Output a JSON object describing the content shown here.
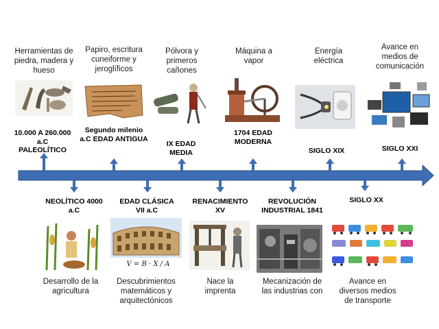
{
  "top_events": [
    {
      "desc": "Herramientas de piedra, madera y hueso",
      "era": "10.000 A 260.000 a.C PALEOLÍTICO",
      "icon": "stone-tools-icon"
    },
    {
      "desc": "Papiro, escritura cuneiforme y jeroglíficos",
      "era": "Segundo milenio a.C EDAD ANTIGUA",
      "icon": "papyrus-icon"
    },
    {
      "desc": "Pólvora y primeros cañones",
      "era": "IX EDAD MEDIA",
      "icon": "cannon-icon"
    },
    {
      "desc": "Máquina a vapor",
      "era": "1704 EDAD MODERNA",
      "icon": "steam-engine-icon"
    },
    {
      "desc": "Energía eléctrica",
      "era": "SIGLO XIX",
      "icon": "electric-plug-icon"
    },
    {
      "desc": "Avance en medios de comunicación",
      "era": "SIGLO XXI",
      "icon": "devices-icon"
    }
  ],
  "bottom_events": [
    {
      "era": "NEOLÍTICO 4000 a.C",
      "desc": "Desarrollo de la agricultura",
      "icon": "farming-icon"
    },
    {
      "era": "EDAD CLÁSICA VII a.C",
      "desc": "Descubrimientos matemáticos y arquitectónicos",
      "icon": "colosseum-icon",
      "formula": "V = B · X / A"
    },
    {
      "era": "RENACIMIENTO XV",
      "desc": "Nace la imprenta",
      "icon": "printing-press-icon"
    },
    {
      "era": "REVOLUCIÓN INDUSTRIAL 1841",
      "desc": "Mecanización de las industrias con",
      "icon": "factory-icon"
    },
    {
      "era": "SIGLO XX",
      "desc": "Avance en diversos medios de transporte",
      "icon": "transport-icon"
    }
  ],
  "colors": {
    "timeline": "#3d6db3",
    "timeline_border": "#2b4f86"
  }
}
